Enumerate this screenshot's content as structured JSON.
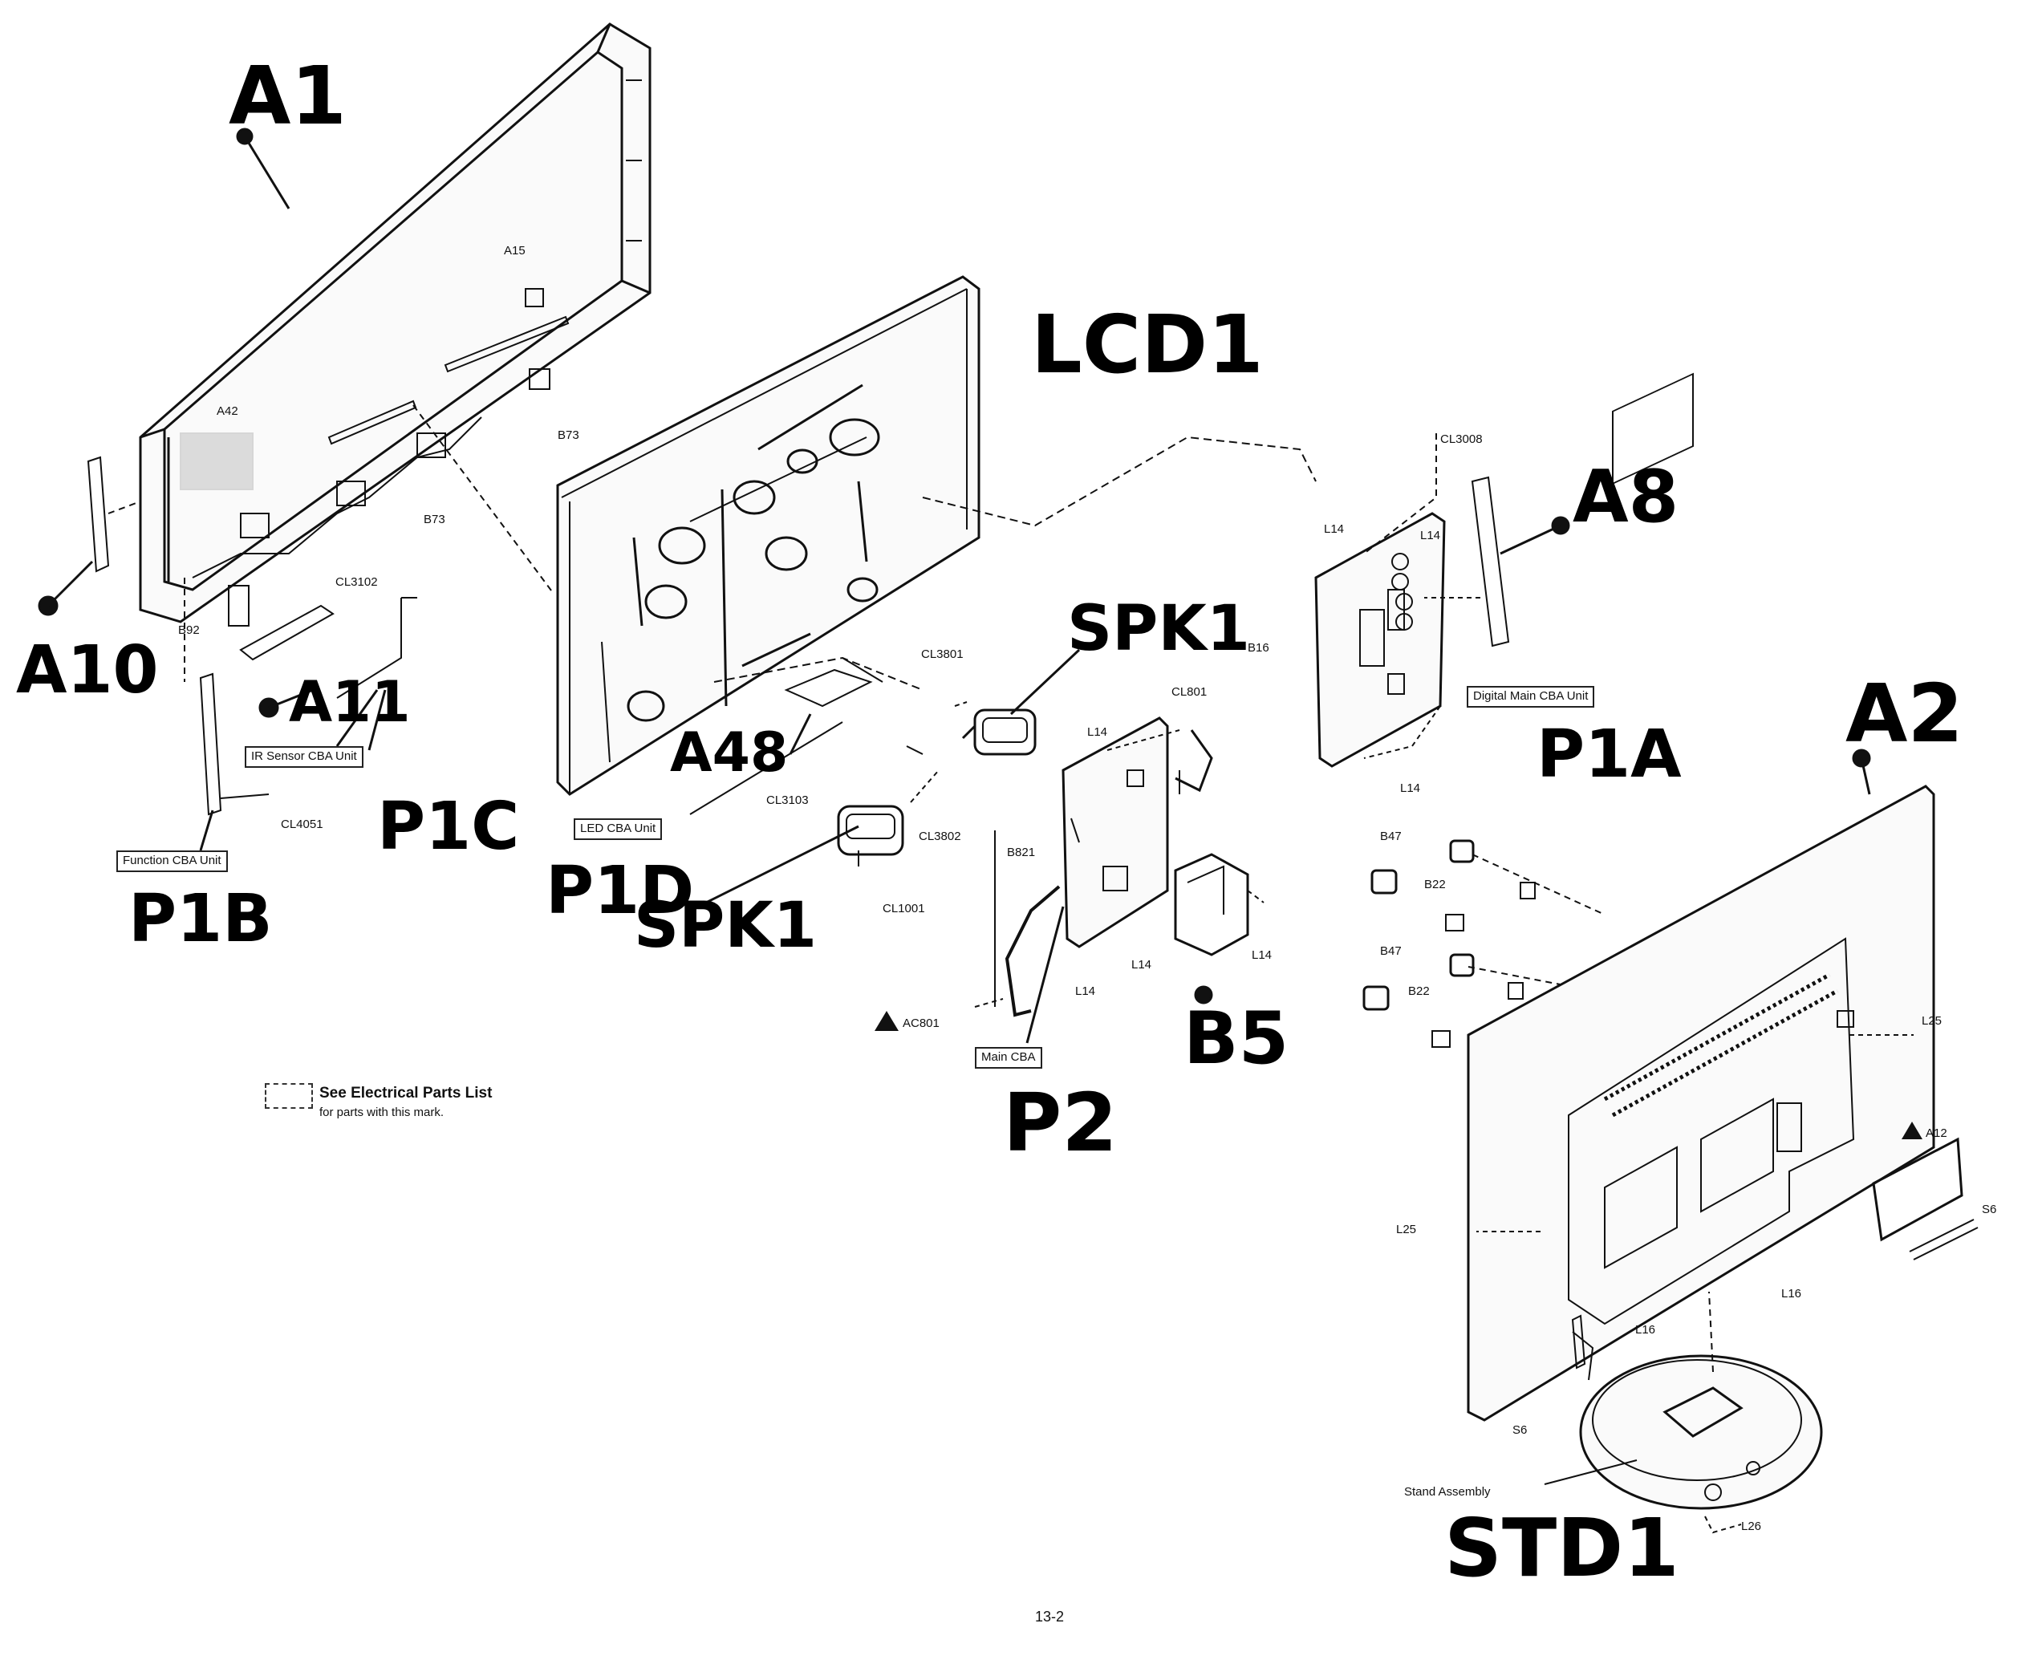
{
  "handwritten": {
    "A1": "A1",
    "LCD1": "LCD1",
    "A8": "A8",
    "A10": "A10",
    "A11": "A11",
    "A48": "A48",
    "SPK1_top": "SPK1",
    "SPK1_bottom": "SPK1",
    "P1A": "P1A",
    "A2": "A2",
    "P1C": "P1C",
    "P1D": "P1D",
    "P1B": "P1B",
    "B5": "B5",
    "P2": "P2",
    "STD1": "STD1"
  },
  "labels": {
    "A15": "A15",
    "A42": "A42",
    "B73_top": "B73",
    "B73_mid": "B73",
    "CL3008": "CL3008",
    "L14_a": "L14",
    "L14_b": "L14",
    "B16": "B16",
    "L14_c": "L14",
    "CL3102": "CL3102",
    "B92": "B92",
    "CL3801": "CL3801",
    "CL801": "CL801",
    "L14_d": "L14",
    "CL3103": "CL3103",
    "CL3802": "CL3802",
    "CL4051": "CL4051",
    "CL1001": "CL1001",
    "B821": "B821",
    "L14_e": "L14",
    "L14_f": "L14",
    "L14_g": "L14",
    "AC801": "AC801",
    "B47_top": "B47",
    "B22_top": "B22",
    "B47_bot": "B47",
    "B22_bot": "B22",
    "L25_right": "L25",
    "A12": "A12",
    "S6_right": "S6",
    "L25_left": "L25",
    "L16_right": "L16",
    "L16_left": "L16",
    "S6_left": "S6",
    "L26": "L26",
    "stand_assembly": "Stand Assembly"
  },
  "boxed_labels": {
    "digital_main": "Digital Main CBA Unit",
    "ir_sensor": "IR Sensor CBA Unit",
    "led_cba": "LED CBA Unit",
    "function_cba": "Function CBA Unit",
    "main_cba": "Main CBA"
  },
  "legend": {
    "line1": "See Electrical Parts List",
    "line2": "for parts with this mark."
  },
  "page_number": "13-2"
}
